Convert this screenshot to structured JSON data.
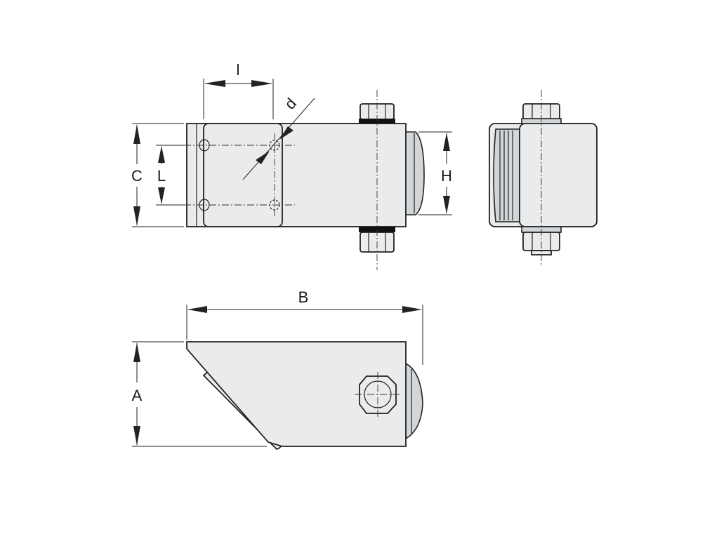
{
  "labels": {
    "l_small": "l",
    "d": "d",
    "C": "C",
    "L": "L",
    "H": "H",
    "B": "B",
    "A": "A"
  }
}
